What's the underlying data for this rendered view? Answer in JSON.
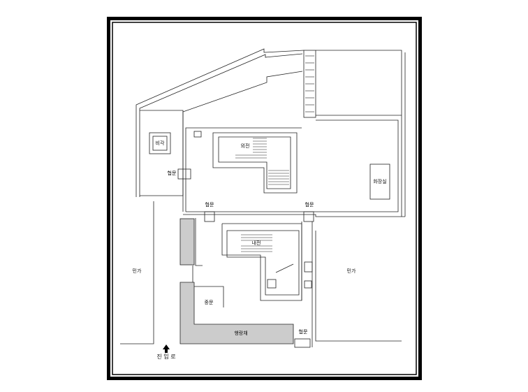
{
  "labels": {
    "bigak": "비각",
    "oejeon": "외전",
    "hyeopmun_left": "협문",
    "hyeopmun_mid1": "협문",
    "hyeopmun_mid2": "협문",
    "hyeopmun_bottom": "협문",
    "hwajangsil": "화장실",
    "naejeon": "내전",
    "minga_left": "민가",
    "minga_right": "민가",
    "jungmun": "중문",
    "haengrangchae": "행랑채",
    "entrance_road": "진 입 로"
  },
  "colors": {
    "stroke": "#222222",
    "frame": "#000000",
    "shaded_building": "#cccccc",
    "background": "#ffffff"
  },
  "icons": {
    "entrance": "up-arrow-icon"
  }
}
